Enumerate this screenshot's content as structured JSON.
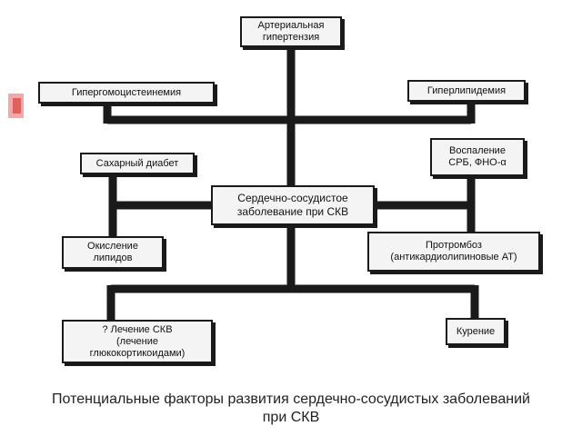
{
  "nodes": {
    "arterial_hypertension": "Артериальная\nгипертензия",
    "hyperhomocysteinemia": "Гипергомоцистеинемия",
    "hyperlipidemia": "Гиперлипидемия",
    "diabetes": "Сахарный диабет",
    "inflammation": "Воспаление\nСРБ, ФНО-α",
    "cardiovascular_disease": "Сердечно-сосудистое\nзаболевание при СКВ",
    "lipid_oxidation": "Окисление\nлипидов",
    "prothrombosis": "Протромбоз\n(антикардиолипиновые АТ)",
    "sle_treatment": "? Лечение СКВ\n(лечение\nглюкокортикоидами)",
    "smoking": "Курение"
  },
  "caption": "Потенциальные факторы развития сердечно-сосудистых заболеваний\nпри СКВ",
  "colors": {
    "line": "#1a1a1a",
    "box_fill": "#f4f4f4",
    "accent_light": "#f0a8a8",
    "accent_dark": "#e06060"
  }
}
